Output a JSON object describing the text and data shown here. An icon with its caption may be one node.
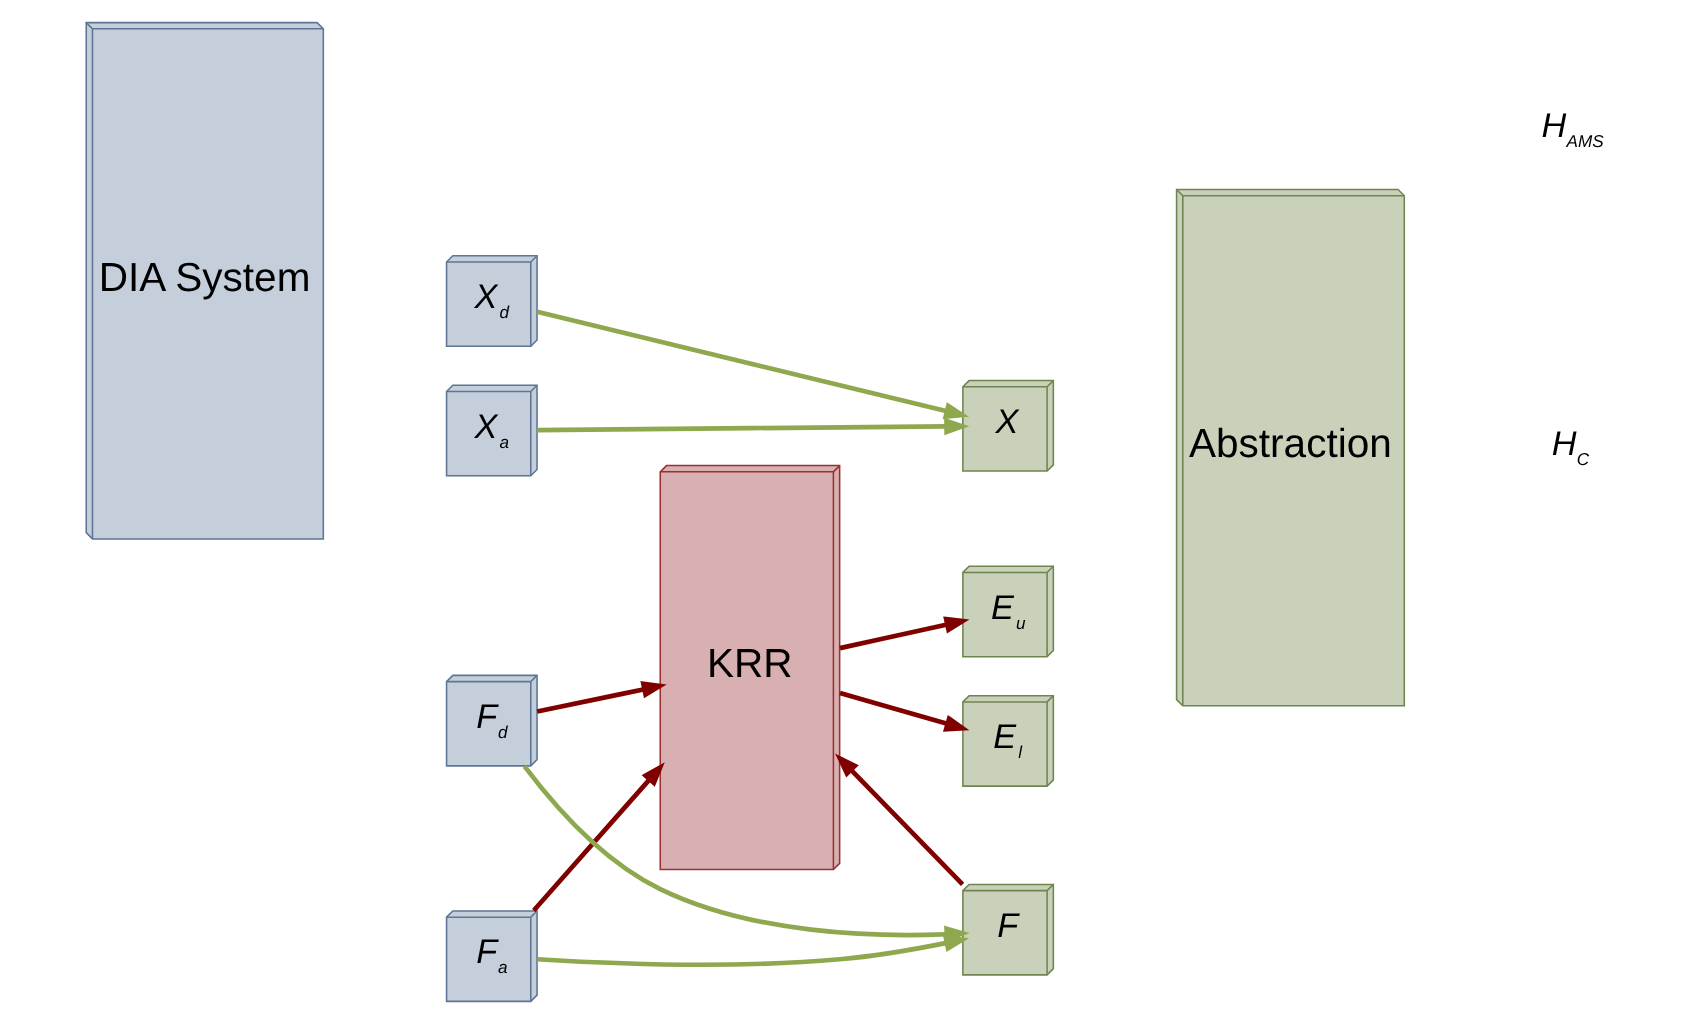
{
  "diagram": {
    "nodes": [
      {
        "text": [
          "DIA System"
        ]
      },
      {
        "text": [
          "X$_{a}$"
        ]
      },
      {
        "text": [
          "X$_{d}$"
        ]
      },
      {
        "text": [
          "F$_{a}$"
        ]
      },
      {
        "text": [
          "F$_{d}$"
        ]
      },
      {
        "text": [
          "KRR"
        ]
      },
      {
        "text": [
          "X"
        ]
      },
      {
        "text": [
          "E$_{u}$"
        ]
      },
      {
        "text": [
          "E$_{l}$"
        ]
      },
      {
        "text": [
          "F"
        ]
      },
      {
        "text": [
          "Abstraction"
        ]
      }
    ],
    "edges": [
      {
        "from": 1,
        "to": 6,
        "arrow": "to",
        "color": "#8ea84e"
      },
      {
        "from": 2,
        "to": 6,
        "arrow": "to",
        "color": "#8ea84e"
      },
      {
        "from": 3,
        "to": 5,
        "arrow": "to"
      },
      {
        "from": 4,
        "to": 5,
        "arrow": "to"
      },
      {
        "from": 5,
        "to": 7,
        "arrow": "to"
      },
      {
        "from": 5,
        "to": 8,
        "arrow": "to"
      },
      {
        "from": 9,
        "to": 5,
        "arrow": "to"
      },
      {
        "from": 3,
        "to": 9,
        "arrow": "to",
        "color": "#8ea84e"
      },
      {
        "from": 4,
        "to": 9,
        "arrow": "to",
        "color": "#8ea84e"
      }
    ],
    "labels": [
      "H$_{AMS}$",
      "H$_{C}$"
    ]
  }
}
